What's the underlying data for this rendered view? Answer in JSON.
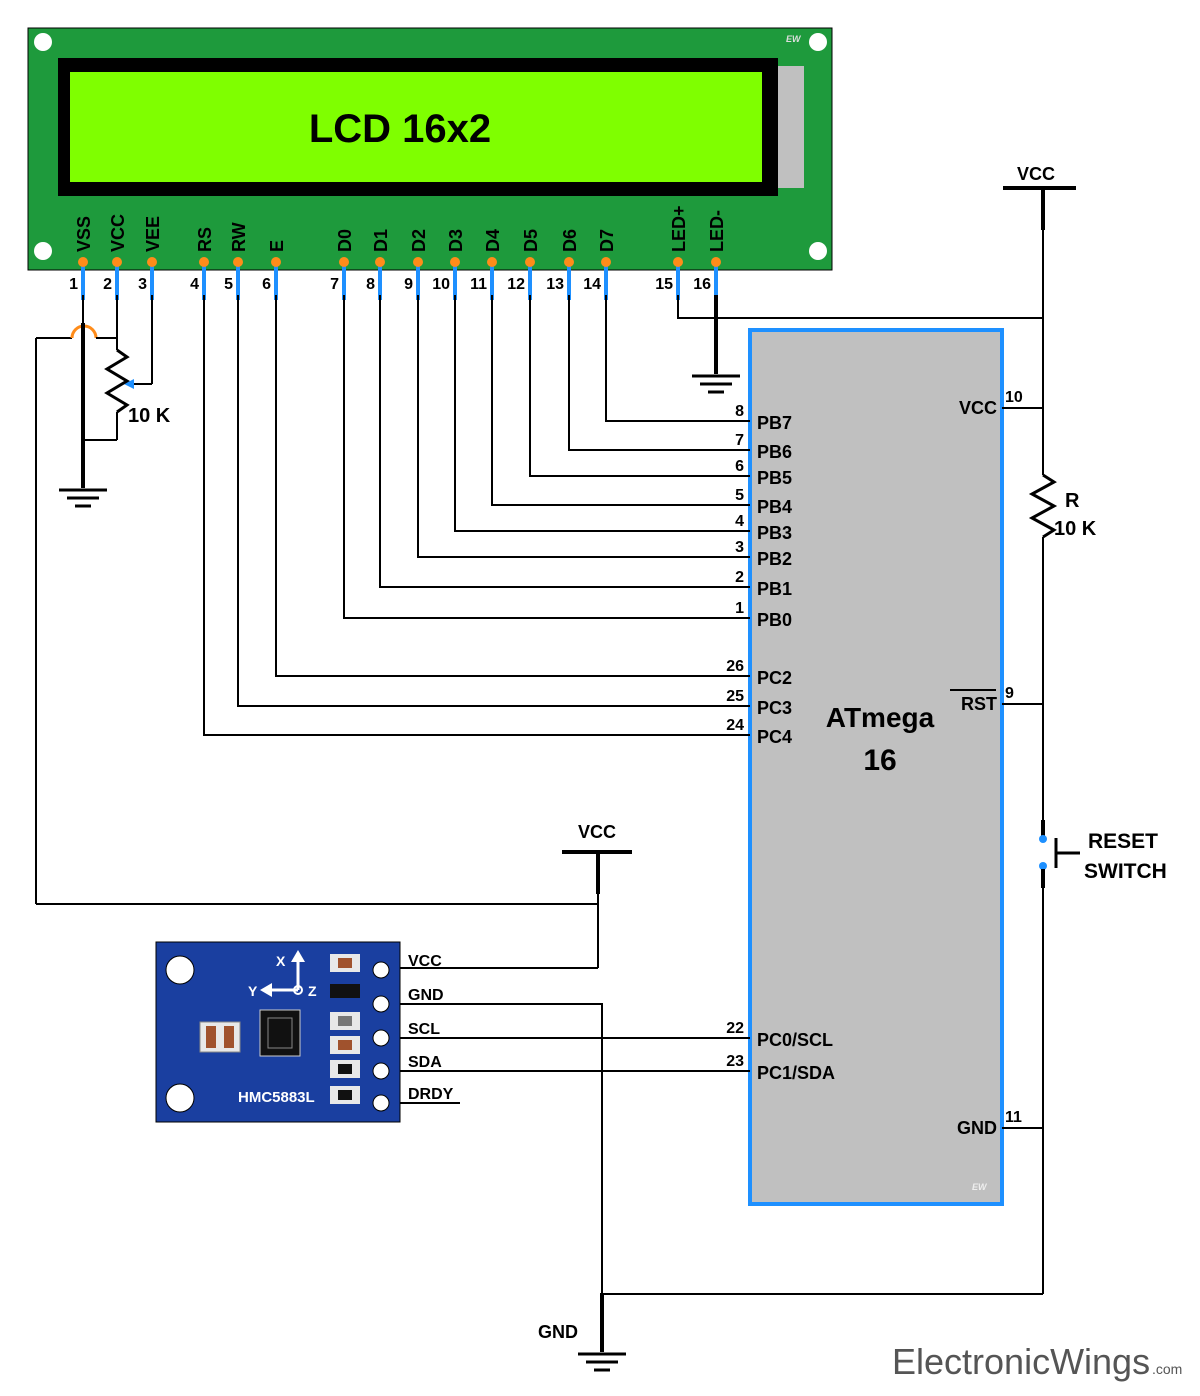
{
  "lcd": {
    "title": "LCD 16x2",
    "brand": "EW",
    "pins": [
      {
        "label": "VSS",
        "num": "1"
      },
      {
        "label": "VCC",
        "num": "2"
      },
      {
        "label": "VEE",
        "num": "3"
      },
      {
        "label": "RS",
        "num": "4"
      },
      {
        "label": "RW",
        "num": "5"
      },
      {
        "label": "E",
        "num": "6"
      },
      {
        "label": "D0",
        "num": "7"
      },
      {
        "label": "D1",
        "num": "8"
      },
      {
        "label": "D2",
        "num": "9"
      },
      {
        "label": "D3",
        "num": "10"
      },
      {
        "label": "D4",
        "num": "11"
      },
      {
        "label": "D5",
        "num": "12"
      },
      {
        "label": "D6",
        "num": "13"
      },
      {
        "label": "D7",
        "num": "14"
      },
      {
        "label": "LED+",
        "num": "15"
      },
      {
        "label": "LED-",
        "num": "16"
      }
    ]
  },
  "mcu": {
    "name": "ATmega",
    "model": "16",
    "brand": "EW",
    "left_pins": [
      {
        "label": "PB7",
        "num": "8"
      },
      {
        "label": "PB6",
        "num": "7"
      },
      {
        "label": "PB5",
        "num": "6"
      },
      {
        "label": "PB4",
        "num": "5"
      },
      {
        "label": "PB3",
        "num": "4"
      },
      {
        "label": "PB2",
        "num": "3"
      },
      {
        "label": "PB1",
        "num": "2"
      },
      {
        "label": "PB0",
        "num": "1"
      },
      {
        "label": "PC2",
        "num": "26"
      },
      {
        "label": "PC3",
        "num": "25"
      },
      {
        "label": "PC4",
        "num": "24"
      },
      {
        "label": "PC0/SCL",
        "num": "22"
      },
      {
        "label": "PC1/SDA",
        "num": "23"
      }
    ],
    "right_pins": [
      {
        "label": "VCC",
        "num": "10"
      },
      {
        "label": "RST",
        "num": "9"
      },
      {
        "label": "GND",
        "num": "11"
      }
    ]
  },
  "sensor": {
    "name": "HMC5883L",
    "axes": {
      "x": "X",
      "y": "Y",
      "z": "Z"
    },
    "pins": [
      "VCC",
      "GND",
      "SCL",
      "SDA",
      "DRDY"
    ]
  },
  "labels": {
    "vcc_top": "VCC",
    "vcc_mid": "VCC",
    "gnd_bottom": "GND",
    "pot_value": "10 K",
    "resistor_name": "R",
    "resistor_value": "10 K",
    "reset_line1": "RESET",
    "reset_line2": "SWITCH"
  },
  "watermark": {
    "main": "ElectronicWings",
    "suffix": ".com"
  },
  "colors": {
    "lcd_board": "#1e9a3c",
    "lcd_screen": "#7fff00",
    "mcu_body": "#c0c0c0",
    "mcu_border": "#1e90ff",
    "sensor_board": "#1a3fa0",
    "pin_orange": "#ff8c1a",
    "pin_blue": "#1e90ff"
  }
}
